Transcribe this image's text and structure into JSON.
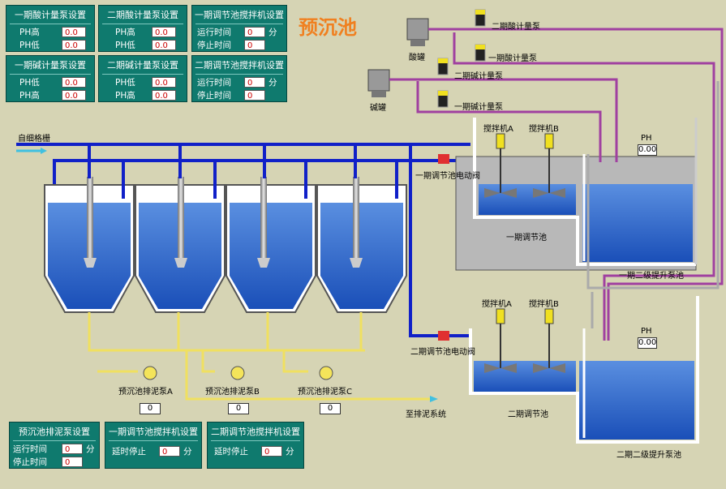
{
  "title": "预沉池",
  "panels": {
    "p1": {
      "title": "一期酸计量泵设置",
      "row1": "PH高",
      "v1": "0.0",
      "row2": "PH低",
      "v2": "0.0"
    },
    "p2": {
      "title": "二期酸计量泵设置",
      "row1": "PH高",
      "v1": "0.0",
      "row2": "PH低",
      "v2": "0.0"
    },
    "p3": {
      "title": "一期调节池搅拌机设置",
      "row1": "运行时间",
      "v1": "0",
      "row2": "停止时间",
      "v2": "0",
      "unit": "分"
    },
    "p4": {
      "title": "一期碱计量泵设置",
      "row1": "PH低",
      "v1": "0.0",
      "row2": "PH高",
      "v2": "0.0"
    },
    "p5": {
      "title": "二期碱计量泵设置",
      "row1": "PH低",
      "v1": "0.0",
      "row2": "PH高",
      "v2": "0.0"
    },
    "p6": {
      "title": "二期调节池搅拌机设置",
      "row1": "运行时间",
      "v1": "0",
      "row2": "停止时间",
      "v2": "0",
      "unit": "分"
    },
    "p7": {
      "title": "预沉池排泥泵设置",
      "row1": "运行时间",
      "v1": "0",
      "row2": "停止时间",
      "v2": "0",
      "unit": "分"
    },
    "p8": {
      "title": "一期调节池搅拌机设置",
      "row1": "延时停止",
      "v1": "0",
      "unit": "分"
    },
    "p9": {
      "title": "二期调节池搅拌机设置",
      "row1": "延时停止",
      "v1": "0",
      "unit": "分"
    }
  },
  "labels": {
    "inlet": "自细格栅",
    "acid_tank": "酸罐",
    "alkali_tank": "碱罐",
    "acid_pump2": "二期酸计量泵",
    "acid_pump1": "一期酸计量泵",
    "alkali_pump2": "二期碱计量泵",
    "alkali_pump1": "一期碱计量泵",
    "mixerA1": "搅拌机A",
    "mixerB1": "搅拌机B",
    "mixerA2": "搅拌机A",
    "mixerB2": "搅拌机B",
    "ph1": "PH",
    "ph1_val": "0.00",
    "ph2": "PH",
    "ph2_val": "0.00",
    "valve1": "一期调节池电动阀",
    "valve2": "二期调节池电动阀",
    "pool1": "一期调节池",
    "pool2": "二期调节池",
    "lift1": "一期二级提升泵池",
    "lift2": "二期二级提升泵池",
    "sludgeA": "预沉池排泥泵A",
    "sludgeB": "预沉池排泥泵B",
    "sludgeC": "预沉池排泥泵C",
    "sludge_out": "至排泥系统",
    "sludgeA_val": "0",
    "sludgeB_val": "0",
    "sludgeC_val": "0"
  }
}
